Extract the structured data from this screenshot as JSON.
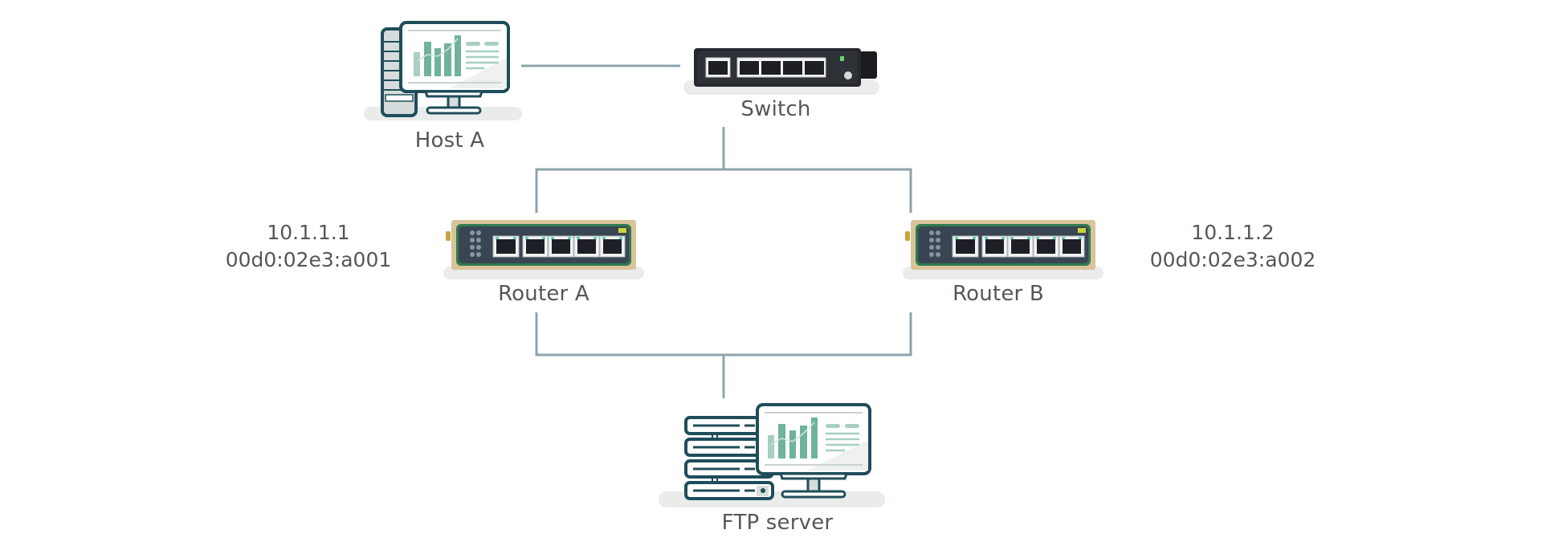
{
  "diagram": {
    "title": "",
    "type": "network-topology",
    "nodes": [
      {
        "id": "host-a",
        "label": "Host A",
        "kind": "workstation"
      },
      {
        "id": "switch",
        "label": "Switch",
        "kind": "switch"
      },
      {
        "id": "router-a",
        "label": "Router A",
        "kind": "router",
        "ip": "10.1.1.1",
        "mac": "00d0:02e3:a001"
      },
      {
        "id": "router-b",
        "label": "Router B",
        "kind": "router",
        "ip": "10.1.1.2",
        "mac": "00d0:02e3:a002"
      },
      {
        "id": "ftp-server",
        "label": "FTP server",
        "kind": "server"
      }
    ],
    "edges": [
      {
        "from": "host-a",
        "to": "switch"
      },
      {
        "from": "switch",
        "to": "router-a"
      },
      {
        "from": "switch",
        "to": "router-b"
      },
      {
        "from": "router-a",
        "to": "ftp-server"
      },
      {
        "from": "router-b",
        "to": "ftp-server"
      }
    ],
    "colors": {
      "line": "#8fa3ad",
      "outline": "#1f4d5a",
      "accent": "#6fb39a",
      "router_frame": "#d9c39a",
      "router_panel": "#3a4553",
      "router_border": "#2f7a4f",
      "switch_body": "#25282d",
      "shadow": "#e9eceb",
      "text": "#545759"
    }
  },
  "labels": {
    "host_a": "Host A",
    "switch": "Switch",
    "router_a": "Router A",
    "router_b": "Router B",
    "ftp_server": "FTP server",
    "router_a_ip": "10.1.1.1",
    "router_a_mac": "00d0:02e3:a001",
    "router_b_ip": "10.1.1.2",
    "router_b_mac": "00d0:02e3:a002"
  }
}
